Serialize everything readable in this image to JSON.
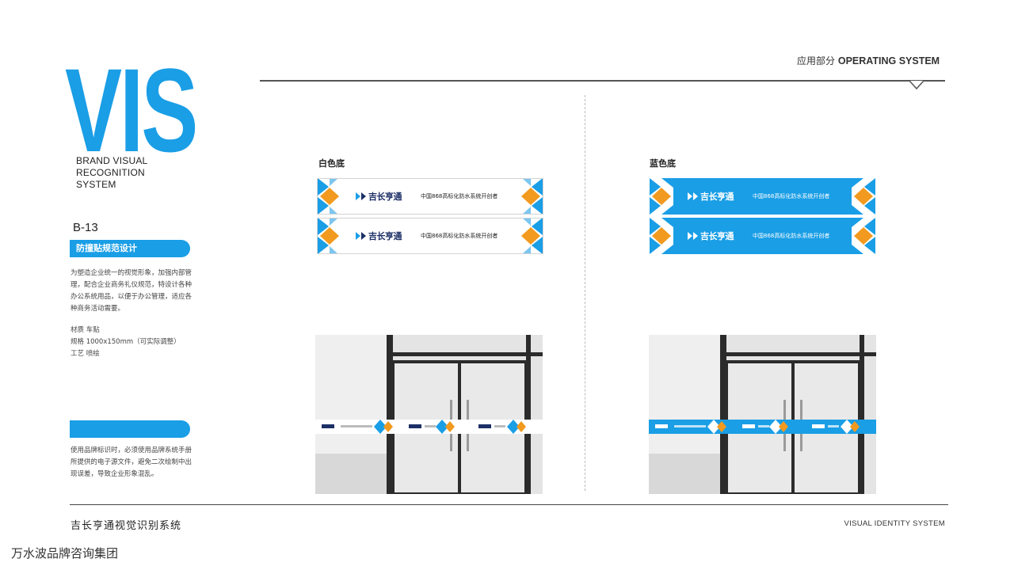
{
  "header": {
    "logo_text": "VIS",
    "brand_line_1": "BRAND VISUAL",
    "brand_line_2": "RECOGNITION",
    "brand_line_3": "SYSTEM",
    "section_cn": "应用部分",
    "section_en": "OPERATING SYSTEM"
  },
  "sidebar": {
    "code": "B-13",
    "title": "防撞贴规范设计",
    "description": "为塑造企业统一的视觉形象，加强内部管理，配合企业商务礼仪规范，特设计各种办公系统用品，以便于办公管理，适应各种商务活动需要。",
    "specs": [
      "材质  车贴",
      "规格  1000x150mm（可实际调整）",
      "工艺  喷绘"
    ],
    "note": "使用品牌标识时，必须使用品牌系统手册所提供的电子源文件，避免二次绘制中出现误差，导致企业形象混乱。"
  },
  "variants": {
    "white_label": "白色底",
    "blue_label": "蓝色底",
    "brand_name": "吉长亨通",
    "slogan": "中国868高标化防水系统开创者"
  },
  "colors": {
    "brand_blue": "#1a9ee6",
    "accent_orange": "#f29a1f",
    "navy": "#1c2f66"
  },
  "footer": {
    "title_cn": "吉长亨通视觉识别系统",
    "title_en": "VISUAL IDENTITY SYSTEM"
  },
  "watermark": "万水波品牌咨询集团"
}
